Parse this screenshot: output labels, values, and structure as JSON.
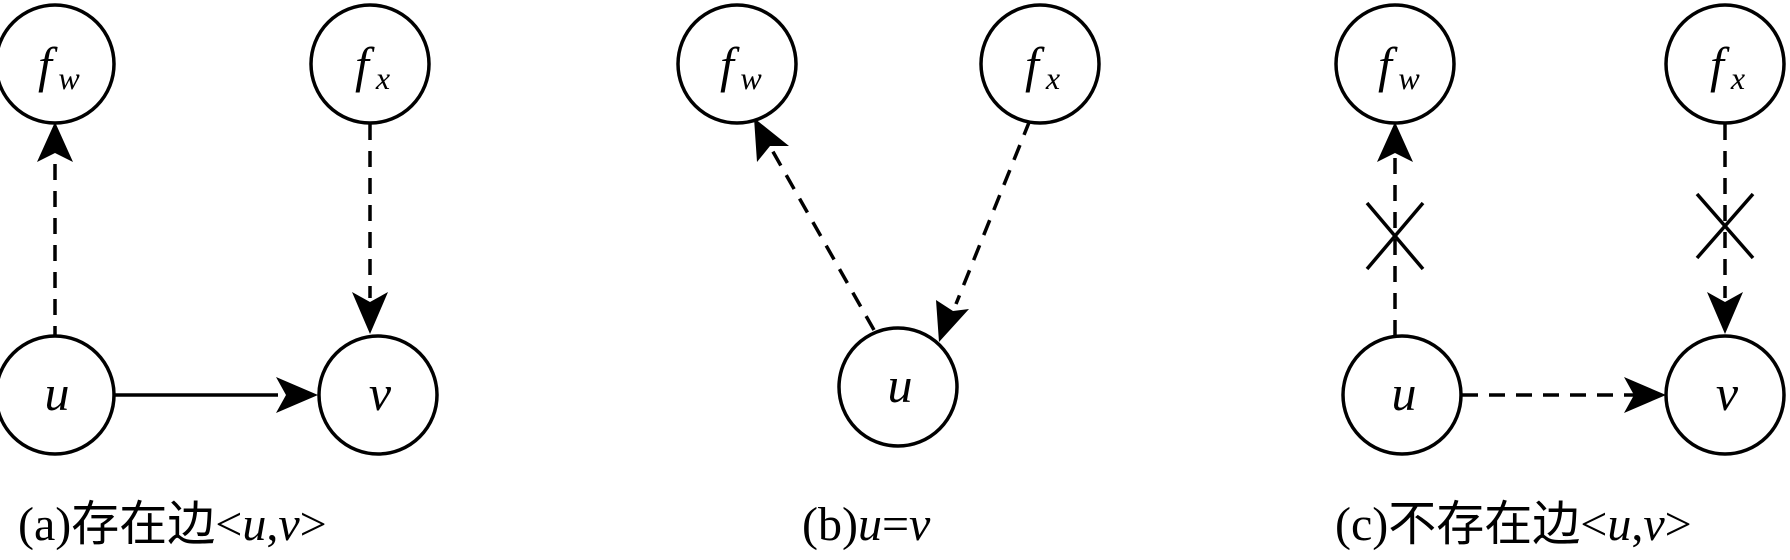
{
  "panels": [
    {
      "caption": {
        "prefix": "(a)存在边<",
        "u": "u",
        "comma": ",",
        "v": "v",
        "suffix": ">"
      },
      "nodes": {
        "fw": {
          "base": "f",
          "sub": "w"
        },
        "fx": {
          "base": "f",
          "sub": "x"
        },
        "u": "u",
        "v": "v"
      }
    },
    {
      "caption": {
        "prefix": "(b)",
        "u": "u",
        "eq": "=",
        "v": "v"
      },
      "nodes": {
        "fw": {
          "base": "f",
          "sub": "w"
        },
        "fx": {
          "base": "f",
          "sub": "x"
        },
        "u": "u"
      }
    },
    {
      "caption": {
        "prefix": "(c)不存在边<",
        "u": "u",
        "comma": ",",
        "v": "v",
        "suffix": ">"
      },
      "nodes": {
        "fw": {
          "base": "f",
          "sub": "w"
        },
        "fx": {
          "base": "f",
          "sub": "x"
        },
        "u": "u",
        "v": "v"
      }
    }
  ]
}
